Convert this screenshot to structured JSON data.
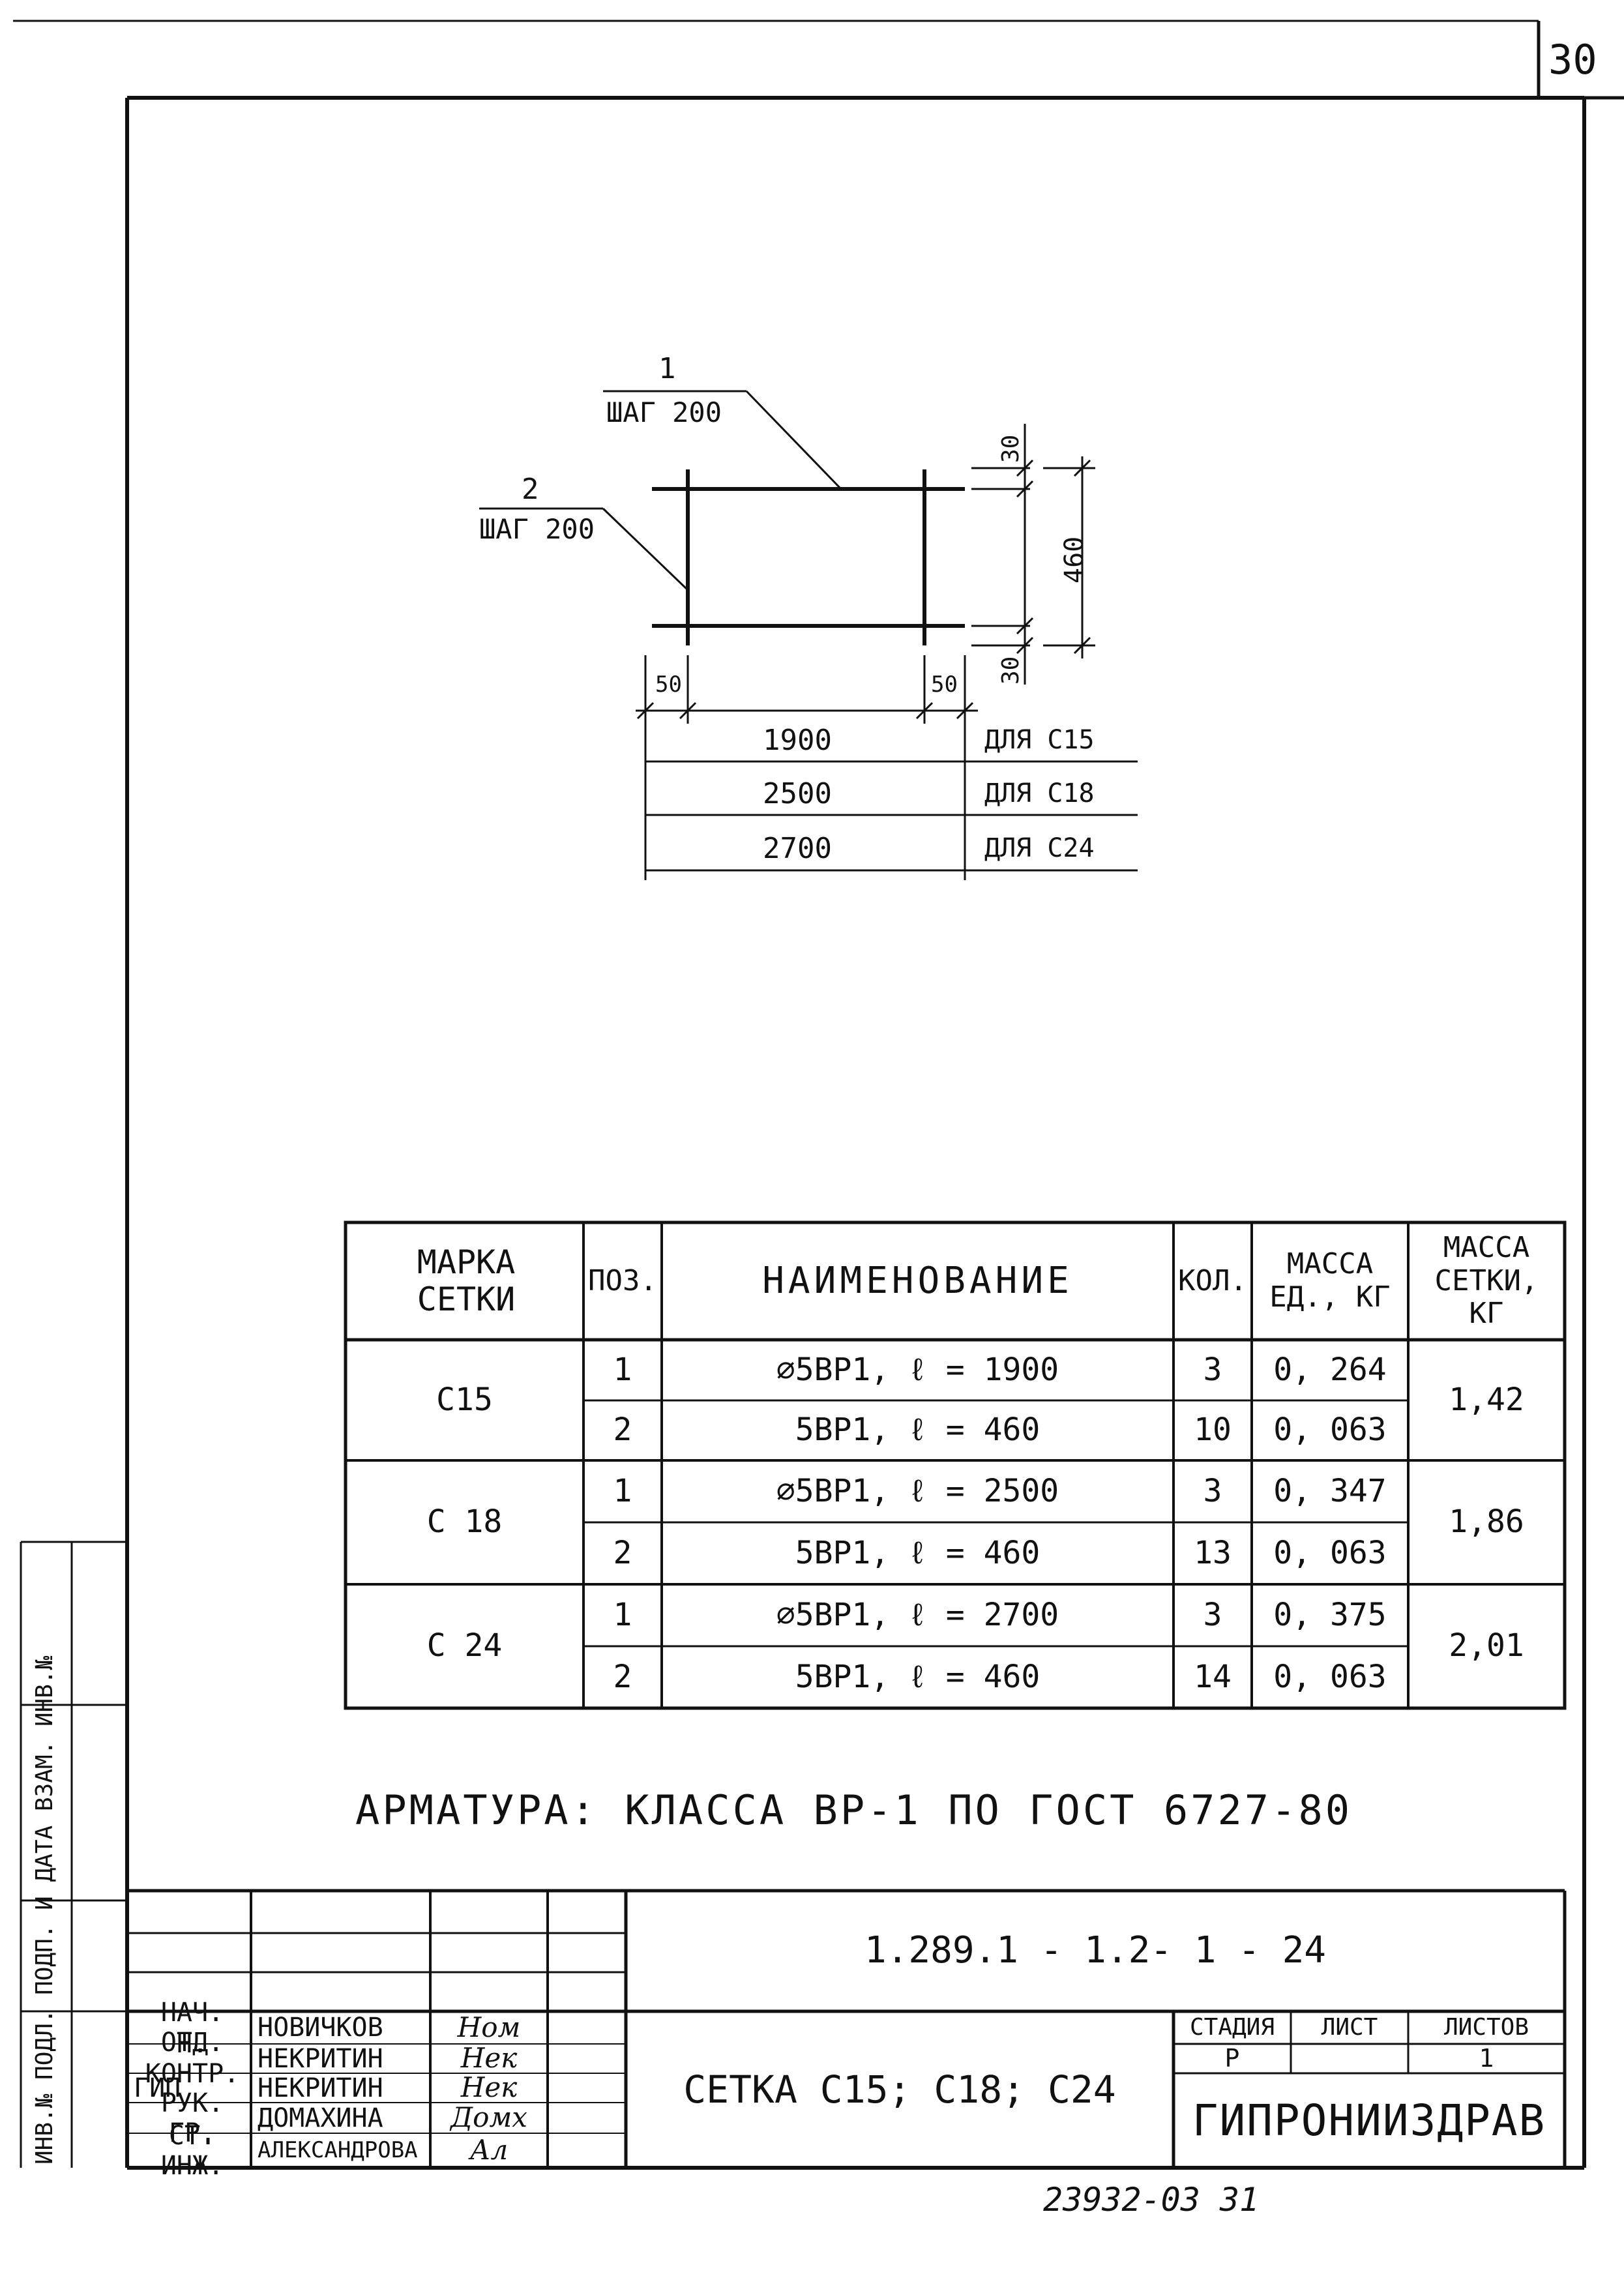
{
  "sheet_number_corner": "30",
  "drawing": {
    "callout1_num": "1",
    "callout1_step": "ШАГ 200",
    "callout2_num": "2",
    "callout2_step": "ШАГ 200",
    "dim_30_top": "30",
    "dim_460": "460",
    "dim_30_bottom": "30",
    "dim_50_left": "50",
    "dim_50_right": "50",
    "lengths": [
      {
        "value": "1900",
        "label": "ДЛЯ С15"
      },
      {
        "value": "2500",
        "label": "ДЛЯ С18"
      },
      {
        "value": "2700",
        "label": "ДЛЯ С24"
      }
    ]
  },
  "spec_table": {
    "headers": {
      "mark": "МАРКА СЕТКИ",
      "pos": "ПОЗ.",
      "name": "НАИМЕНОВАНИЕ",
      "qty": "КОЛ.",
      "unit_mass": "МАССА ЕД., КГ",
      "mesh_mass": "МАССА СЕТКИ, КГ"
    },
    "groups": [
      {
        "mark": "С15",
        "mesh_mass": "1,42",
        "rows": [
          {
            "pos": "1",
            "name": "⌀5ВР1, ℓ = 1900",
            "qty": "3",
            "unit_mass": "0, 264"
          },
          {
            "pos": "2",
            "name": "5ВР1, ℓ = 460",
            "qty": "10",
            "unit_mass": "0, 063"
          }
        ]
      },
      {
        "mark": "С 18",
        "mesh_mass": "1,86",
        "rows": [
          {
            "pos": "1",
            "name": "⌀5ВР1, ℓ = 2500",
            "qty": "3",
            "unit_mass": "0, 347"
          },
          {
            "pos": "2",
            "name": "5ВР1, ℓ = 460",
            "qty": "13",
            "unit_mass": "0, 063"
          }
        ]
      },
      {
        "mark": "С 24",
        "mesh_mass": "2,01",
        "rows": [
          {
            "pos": "1",
            "name": "⌀5ВР1, ℓ = 2700",
            "qty": "3",
            "unit_mass": "0, 375"
          },
          {
            "pos": "2",
            "name": "5ВР1, ℓ = 460",
            "qty": "14",
            "unit_mass": "0, 063"
          }
        ]
      }
    ]
  },
  "note": "АРМАТУРА: КЛАССА ВР-1 ПО ГОСТ 6727-80",
  "left_margin_text": "ИНВ.№ ПОДЛ.   ПОДП. И ДАТА   ВЗАМ. ИНВ.№",
  "title_block": {
    "doc_code": "1.289.1 - 1.2- 1 - 24",
    "title": "СЕТКА С15; С18; С24",
    "stage_label": "СТАДИЯ",
    "sheet_label": "ЛИСТ",
    "sheets_label": "ЛИСТОВ",
    "stage_value": "Р",
    "sheet_value": "",
    "sheets_value": "1",
    "organization": "ГИПРОНИИЗДРАВ",
    "signers": [
      {
        "role": "НАЧ. ОТД.",
        "name": "НОВИЧКОВ",
        "sign": "Ном"
      },
      {
        "role": "Н. КОНТР.",
        "name": "НЕКРИТИН",
        "sign": "Нек"
      },
      {
        "role": "ГИП",
        "name": "НЕКРИТИН",
        "sign": "Нек"
      },
      {
        "role": "РУК. ГР.",
        "name": "ДОМАХИНА",
        "sign": "Домх"
      },
      {
        "role": "СТ. ИНЖ.",
        "name": "АЛЕКСАНДРОВА",
        "sign": "Ал"
      }
    ]
  },
  "archive_number": "23932-03  31"
}
